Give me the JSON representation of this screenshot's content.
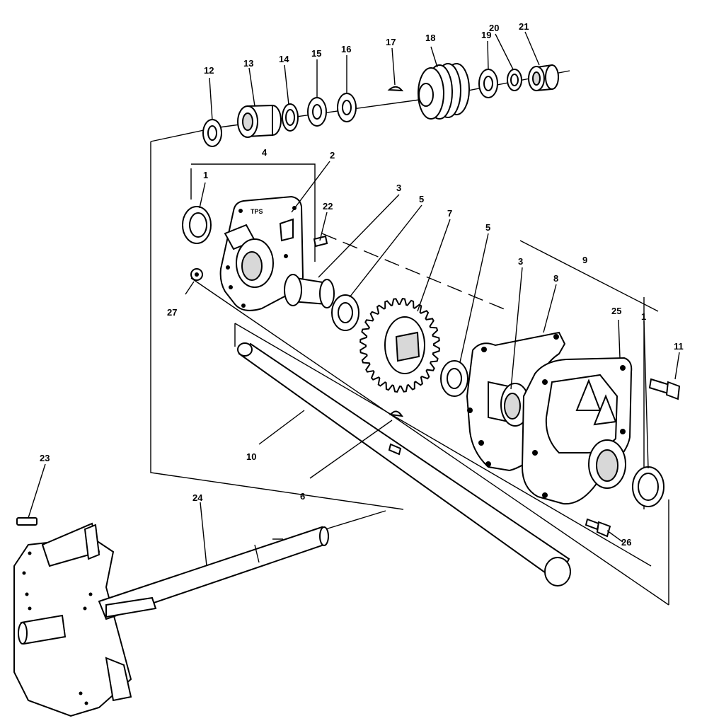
{
  "diagram": {
    "housing_stamp": "TPS",
    "callouts": [
      "1",
      "2",
      "3",
      "4",
      "5",
      "6",
      "7",
      "8",
      "9",
      "10",
      "11",
      "12",
      "13",
      "14",
      "15",
      "16",
      "17",
      "18",
      "19",
      "20",
      "21",
      "22",
      "23",
      "24",
      "25",
      "26",
      "27"
    ]
  }
}
